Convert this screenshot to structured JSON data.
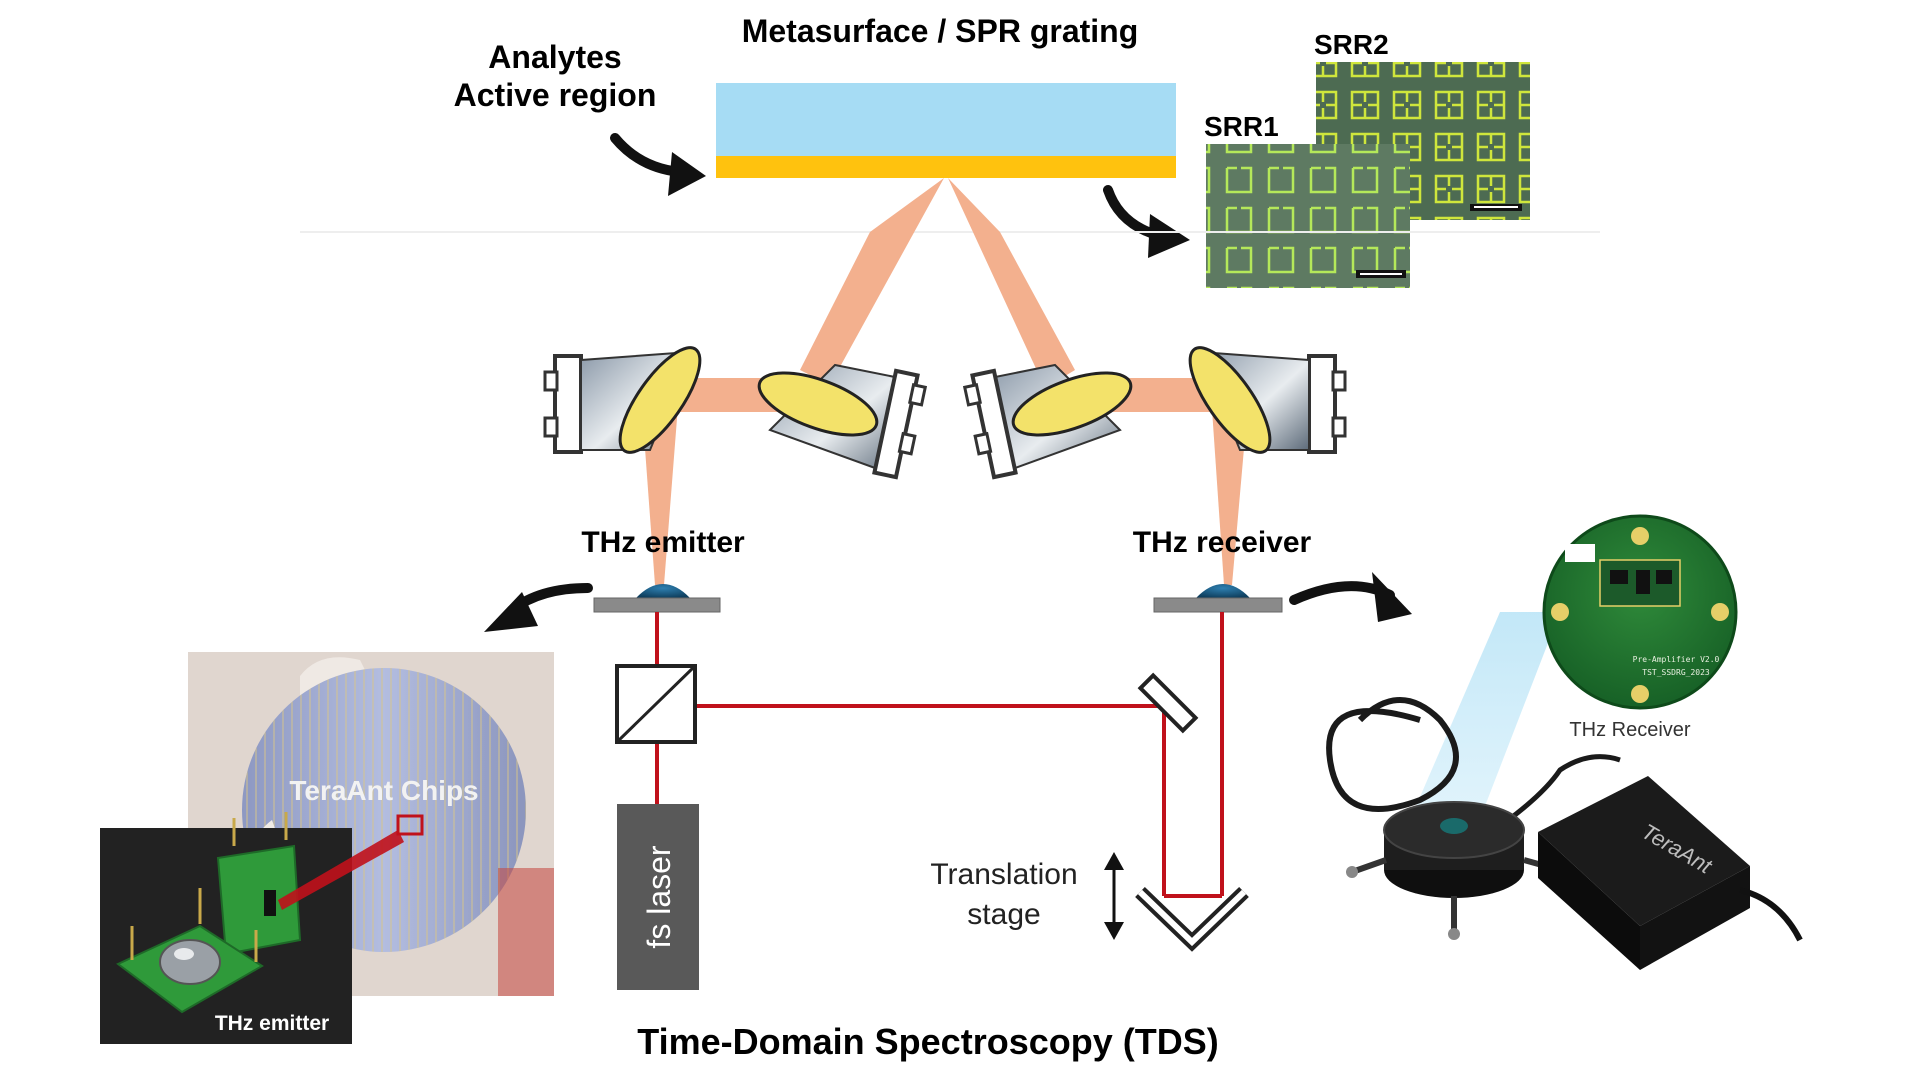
{
  "top": {
    "title": "Metasurface / SPR grating",
    "analytes_line1": "Analytes",
    "analytes_line2": "Active region",
    "srr1": "SRR1",
    "srr2": "SRR2"
  },
  "setup": {
    "emitter_label": "THz emitter",
    "receiver_label": "THz receiver",
    "laser_label": "fs laser",
    "translation_line1": "Translation",
    "translation_line2": "stage"
  },
  "photos": {
    "chips_label": "TeraAnt Chips",
    "emitter_photo_label": "THz emitter",
    "receiver_photo_label": "THz Receiver",
    "pcb_line1": "Pre-Amplifier V2.0",
    "pcb_line2": "TST_SSDRG_2023",
    "brand": "TeraAnt"
  },
  "caption": "Time-Domain Spectroscopy (TDS)",
  "colors": {
    "metasurface_top": "#a6dcf4",
    "metasurface_bottom": "#ffc20e",
    "thz_beam": "#f3b08e",
    "laser_beam": "#c0111b",
    "mirror_face": "#f3e26a",
    "laser_box": "#595959"
  }
}
